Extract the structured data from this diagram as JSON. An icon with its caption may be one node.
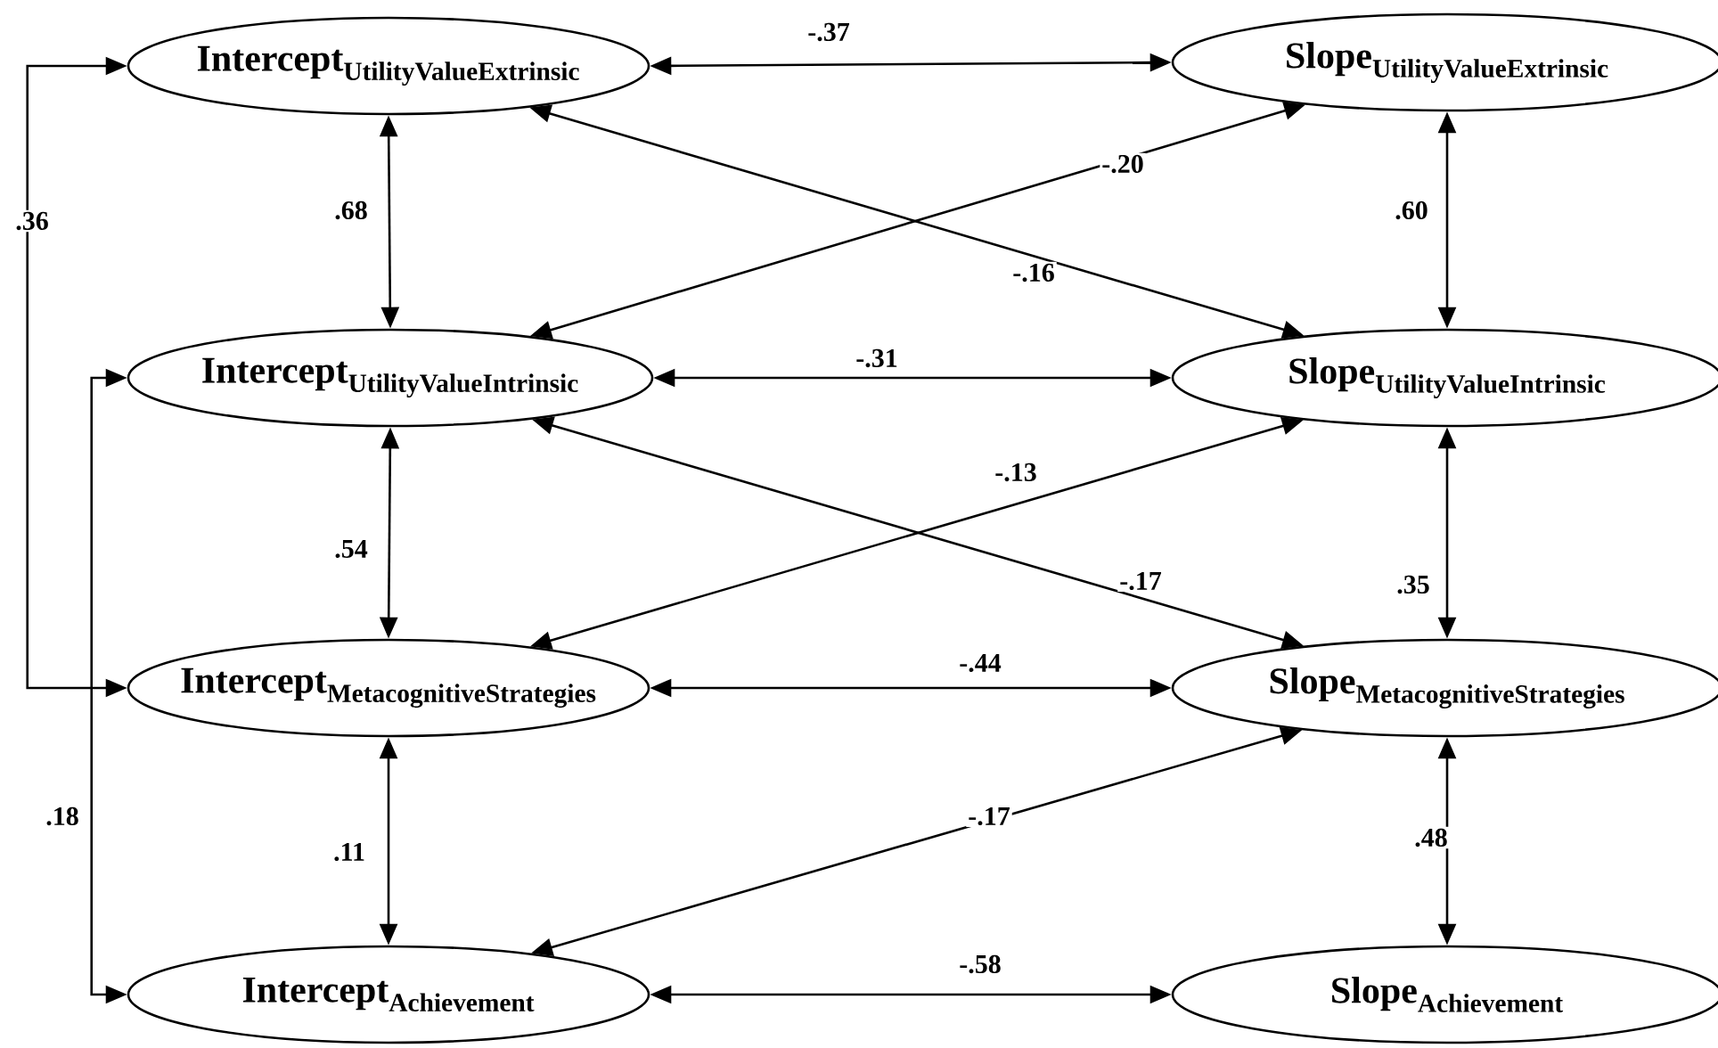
{
  "diagram": {
    "nodes": [
      {
        "text": [
          "\\textbf{Intercept}_{\\textbf{UtilityValueExtrinsic}}"
        ]
      },
      {
        "text": [
          "\\textbf{Slope}_{\\textbf{UtilityValueExtrinsic}}"
        ]
      },
      {
        "text": [
          "\\textbf{Intercept}_{\\textbf{UtilityValueIntrinsic}}"
        ]
      },
      {
        "text": [
          "\\textbf{Slope}_{\\textbf{UtilityValueIntrinsic}}"
        ]
      },
      {
        "text": [
          "\\textbf{Intercept}_{\\textbf{MetacognitiveStrategies}}"
        ]
      },
      {
        "text": [
          "\\textbf{Slope}_{\\textbf{MetacognitiveStrategies}}"
        ]
      },
      {
        "text": [
          "\\textbf{Intercept}_{\\textbf{Achievement}}"
        ]
      },
      {
        "text": [
          "\\textbf{Slope}_{\\textbf{Achievement}}"
        ]
      }
    ],
    "edges": [
      {
        "from": 0,
        "to": 1,
        "arrow": "both",
        "label": "-.37"
      },
      {
        "from": 0,
        "to": 2,
        "arrow": "both",
        "label": ".68"
      },
      {
        "from": 0,
        "to": 3,
        "arrow": "both",
        "label": "-.16"
      },
      {
        "from": 2,
        "to": 1,
        "arrow": "both",
        "label": "-.20"
      },
      {
        "from": 1,
        "to": 3,
        "arrow": "both",
        "label": ".60"
      },
      {
        "from": 2,
        "to": 3,
        "arrow": "both",
        "label": "-.31"
      },
      {
        "from": 2,
        "to": 4,
        "arrow": "both",
        "label": ".54"
      },
      {
        "from": 2,
        "to": 5,
        "arrow": "both",
        "label": "-.17"
      },
      {
        "from": 4,
        "to": 3,
        "arrow": "both",
        "label": "-.13"
      },
      {
        "from": 3,
        "to": 5,
        "arrow": "both",
        "label": ".35"
      },
      {
        "from": 4,
        "to": 5,
        "arrow": "both",
        "label": "-.44"
      },
      {
        "from": 4,
        "to": 6,
        "arrow": "both",
        "label": ".11"
      },
      {
        "from": 6,
        "to": 5,
        "arrow": "both",
        "label": "-.17"
      },
      {
        "from": 5,
        "to": 7,
        "arrow": "both",
        "label": ".48"
      },
      {
        "from": 6,
        "to": 7,
        "arrow": "both",
        "label": "-.58"
      },
      {
        "from": 0,
        "to": 4,
        "arrow": "both",
        "label": ".36"
      },
      {
        "from": 2,
        "to": 6,
        "arrow": "both",
        "label": ".18"
      }
    ]
  }
}
